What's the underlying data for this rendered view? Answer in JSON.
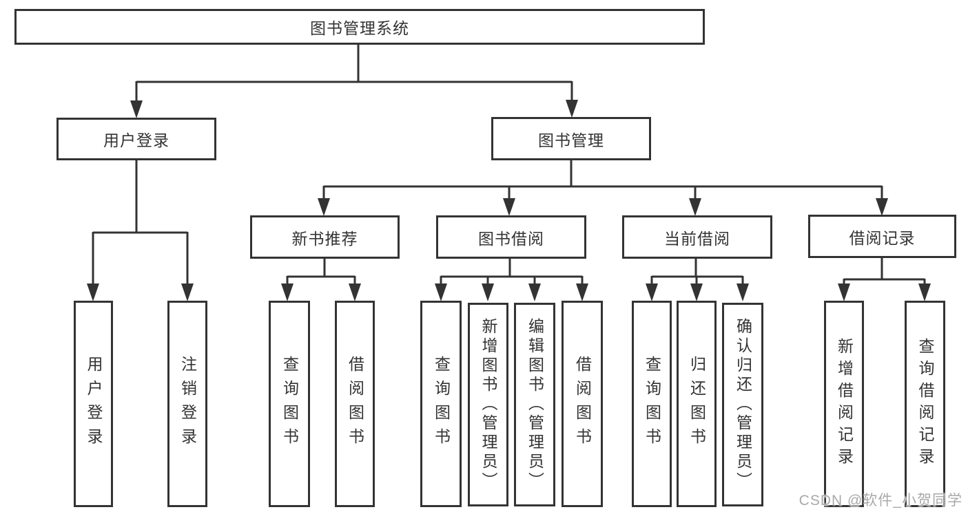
{
  "nodes": {
    "root": "图书管理系统",
    "user_login": "用户登录",
    "book_management": "图书管理",
    "new_book_recommend": "新书推荐",
    "book_borrowing": "图书借阅",
    "current_borrowing": "当前借阅",
    "borrowing_records": "借阅记录",
    "leaf_user_login": "用户登录",
    "leaf_logout": "注销登录",
    "nbr_query_books": "查询图书",
    "nbr_borrow_books": "借阅图书",
    "bb_query_books": "查询图书",
    "bb_add_books_admin": "新增图书（管理员）",
    "bb_edit_books_admin": "编辑图书（管理员）",
    "bb_borrow_books": "借阅图书",
    "cb_query_books": "查询图书",
    "cb_return_books": "归还图书",
    "cb_confirm_return_admin": "确认归还（管理员）",
    "br_add_record": "新增借阅记录",
    "br_query_record": "查询借阅记录"
  },
  "watermark": "CSDN @软件_小贺同学",
  "colors": {
    "line": "#333333",
    "text": "#333333",
    "box_background": "#ffffff",
    "watermark": "#a9a9a9"
  }
}
